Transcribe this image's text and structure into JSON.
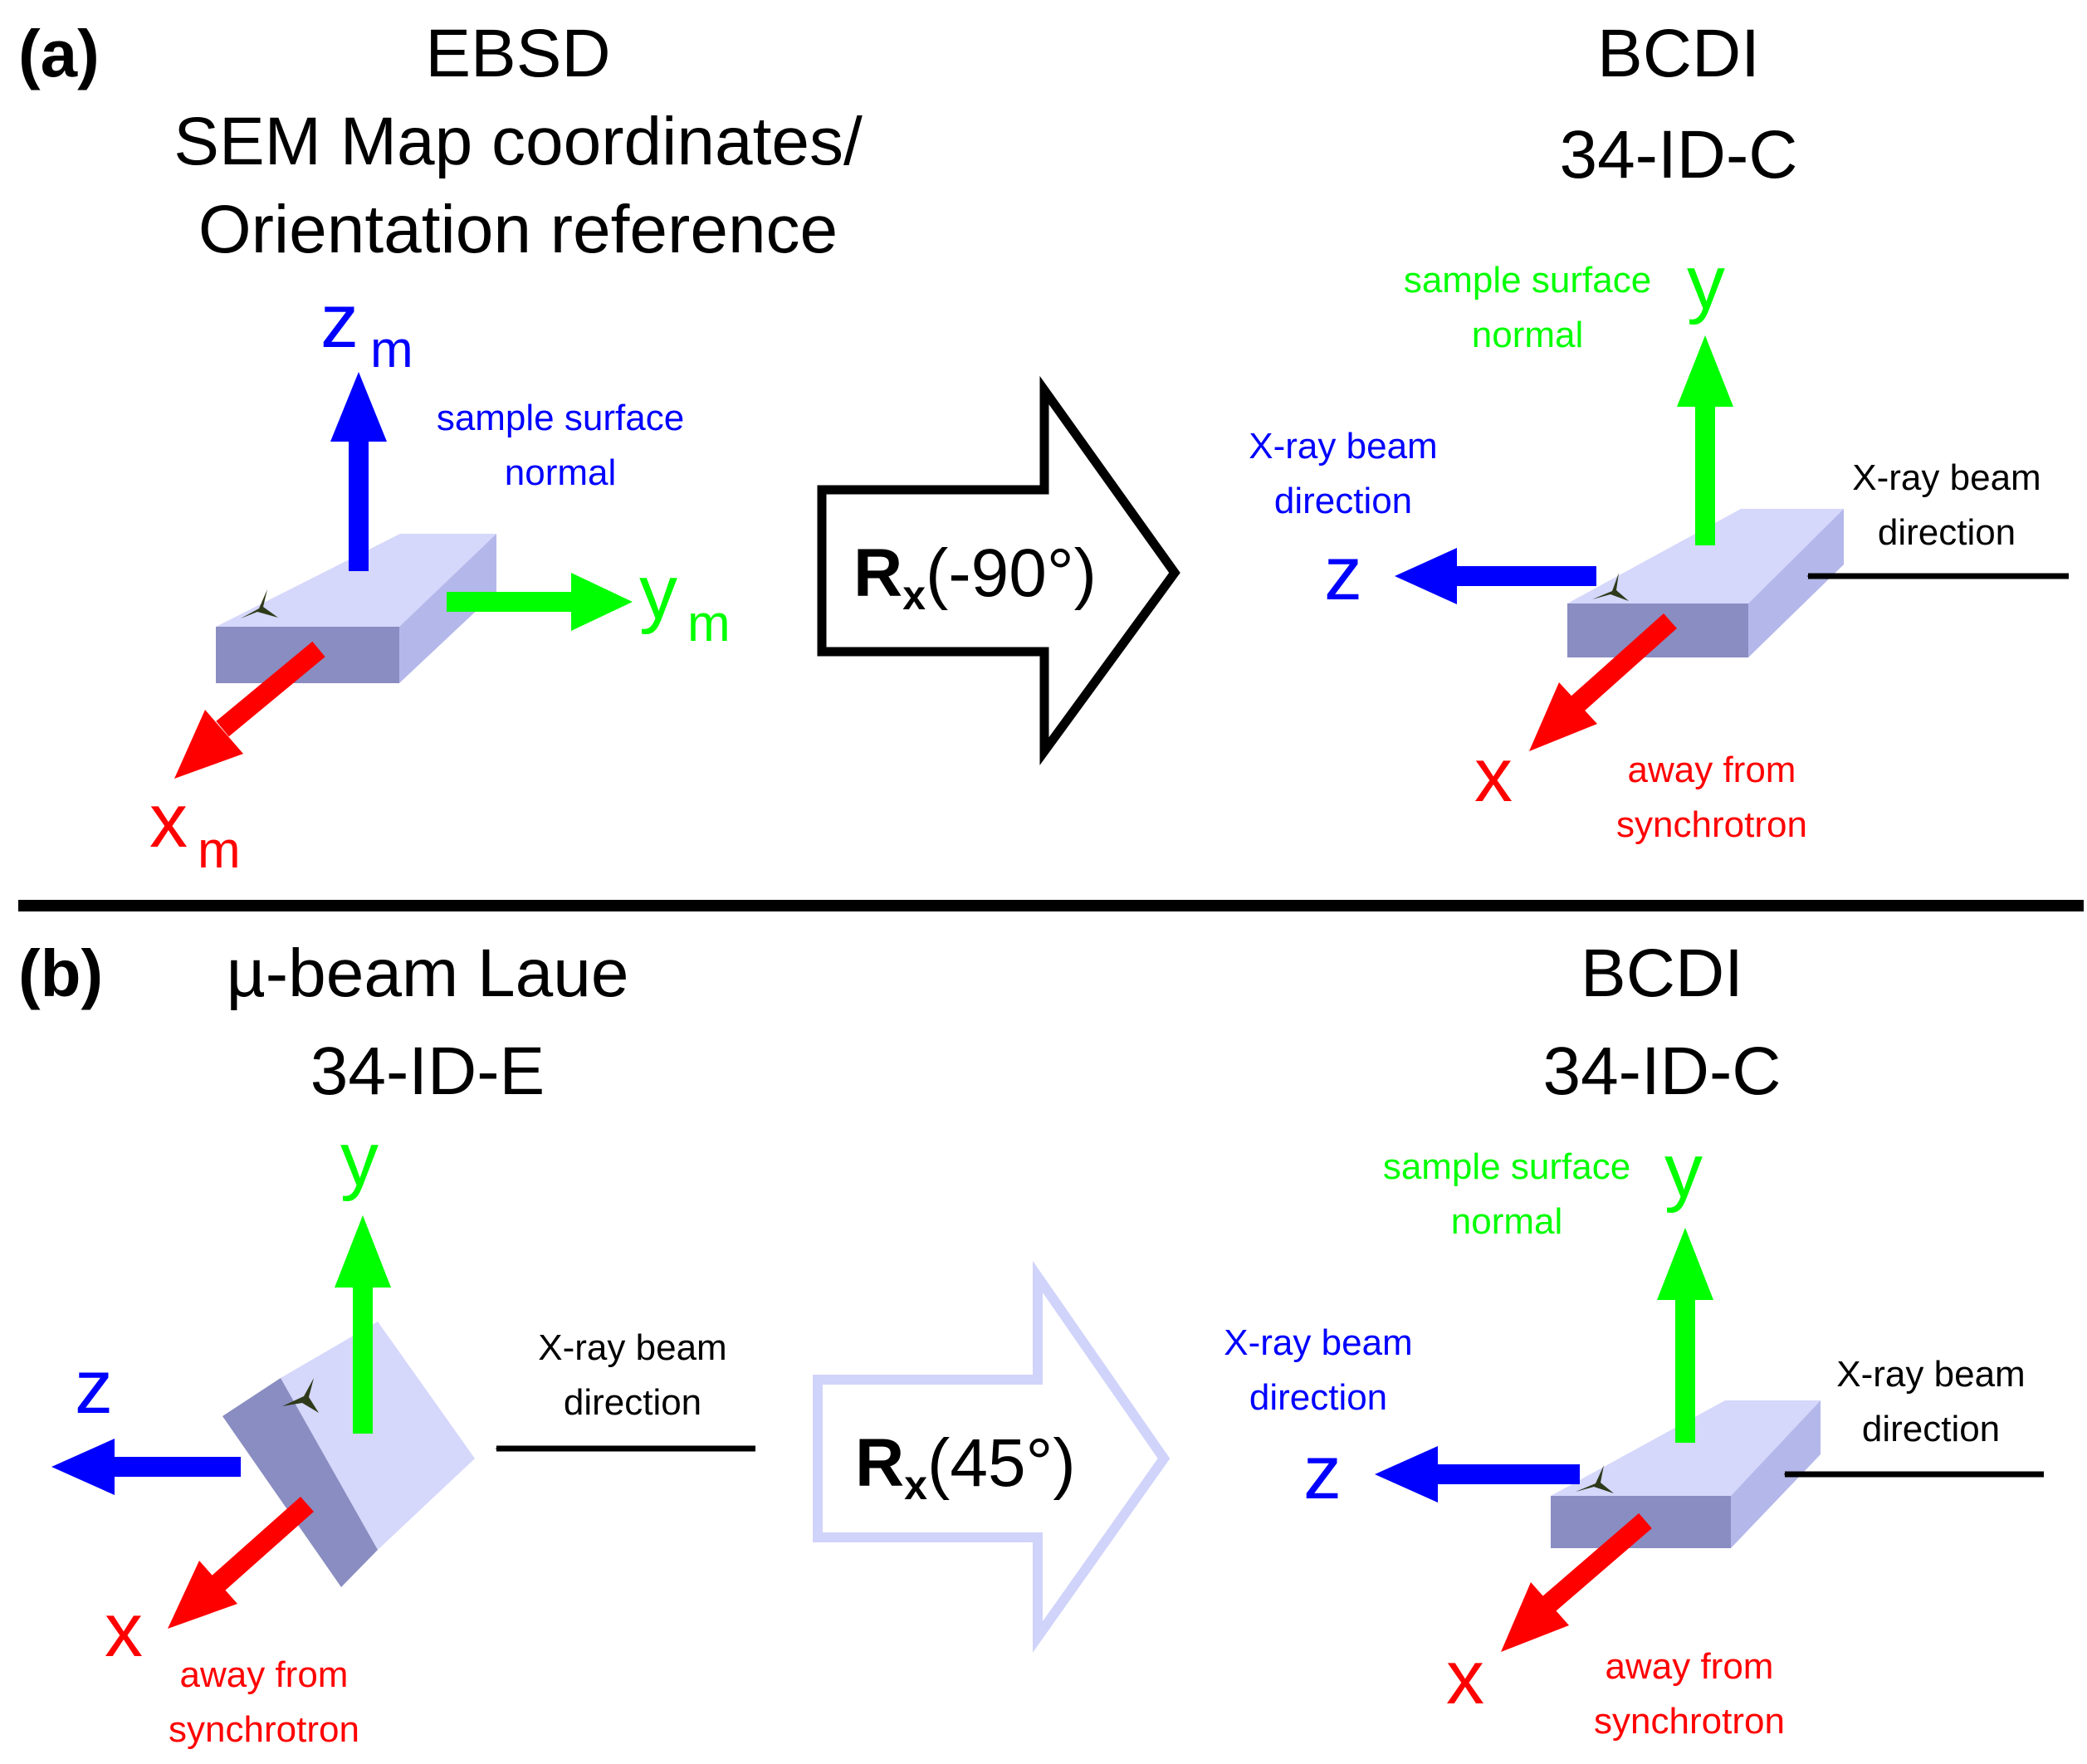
{
  "panel_a": {
    "label": "(a)",
    "left": {
      "title_lines": [
        "EBSD",
        "SEM Map coordinates/",
        "Orientation reference"
      ],
      "z_axis": "z",
      "z_sub": "m",
      "y_axis": "y",
      "y_sub": "m",
      "x_axis": "x",
      "x_sub": "m",
      "normal_note": [
        "sample surface",
        "normal"
      ]
    },
    "rotation": {
      "symbol": "R",
      "sub": "x",
      "angle": "(-90°)"
    },
    "right": {
      "title_lines": [
        "BCDI",
        "34-ID-C"
      ],
      "y_axis": "y",
      "z_axis": "z",
      "x_axis": "x",
      "normal_note": [
        "sample surface",
        "normal"
      ],
      "beam_note_z": [
        "X-ray beam",
        "direction"
      ],
      "beam_note": [
        "X-ray beam",
        "direction"
      ],
      "away_note": [
        "away from",
        "synchrotron"
      ]
    }
  },
  "panel_b": {
    "label": "(b)",
    "left": {
      "title_lines": [
        "µ-beam Laue",
        "34-ID-E"
      ],
      "y_axis": "y",
      "z_axis": "z",
      "x_axis": "x",
      "beam_note": [
        "X-ray beam",
        "direction"
      ],
      "away_note": [
        "away from",
        "synchrotron"
      ]
    },
    "rotation": {
      "symbol": "R",
      "sub": "x",
      "angle": "(45°)"
    },
    "right": {
      "title_lines": [
        "BCDI",
        "34-ID-C"
      ],
      "y_axis": "y",
      "z_axis": "z",
      "x_axis": "x",
      "normal_note": [
        "sample surface",
        "normal"
      ],
      "beam_note_z": [
        "X-ray beam",
        "direction"
      ],
      "beam_note": [
        "X-ray beam",
        "direction"
      ],
      "away_note": [
        "away from",
        "synchrotron"
      ]
    }
  },
  "colors": {
    "x": "#ff0000",
    "y": "#00ff00",
    "z": "#0000ff",
    "slab_top": "#d5d7fb",
    "slab_front": "#8a8dc1",
    "slab_side": "#b4b7ea",
    "arrow_b_outline": "#d0d3fa"
  }
}
